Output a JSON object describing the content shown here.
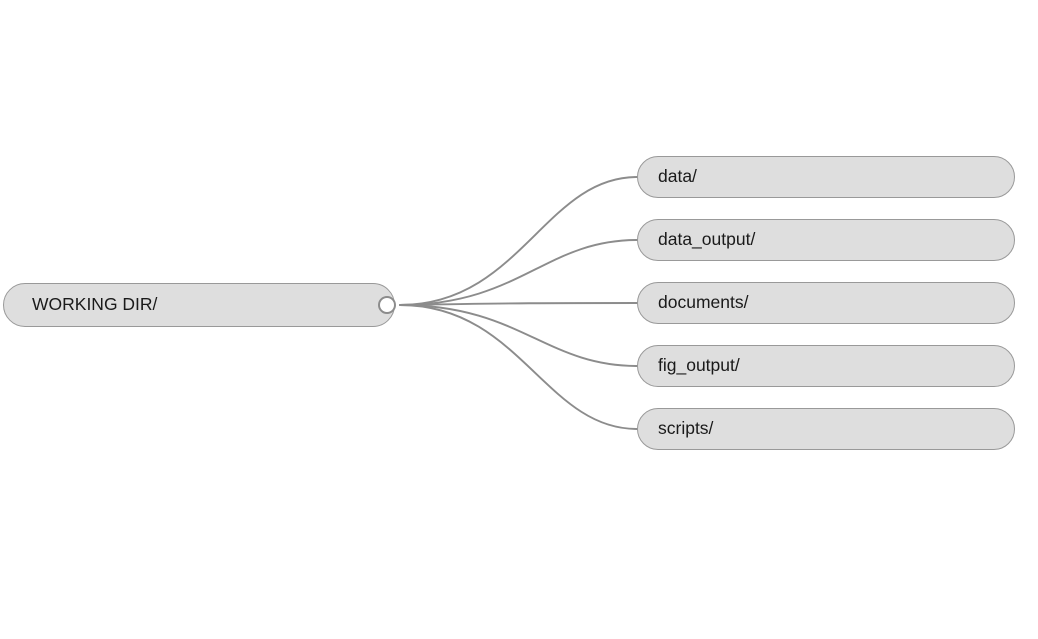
{
  "diagram": {
    "type": "mind-map",
    "background_color": "#ffffff",
    "node_fill_color": "#dedede",
    "node_border_color": "#999999",
    "edge_color": "#8c8c8c",
    "text_color": "#1a1a1a",
    "hub_fill_color": "#ffffff",
    "root": {
      "label": "WORKING DIR/"
    },
    "children": [
      {
        "label": "data/"
      },
      {
        "label": "data_output/"
      },
      {
        "label": "documents/"
      },
      {
        "label": "fig_output/"
      },
      {
        "label": "scripts/"
      }
    ]
  }
}
